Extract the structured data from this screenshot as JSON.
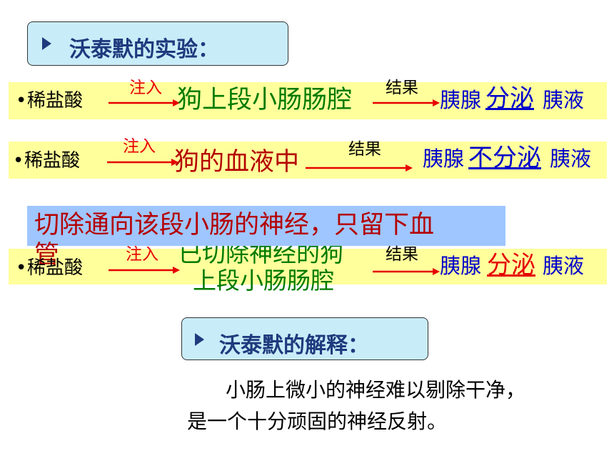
{
  "section1": {
    "title": "沃泰默的实验："
  },
  "row1": {
    "bullet": "•",
    "reagent": "稀盐酸",
    "inject_label": "注入",
    "target": "狗上段小肠肠腔",
    "result_label": "结果",
    "outcome_pre": "胰腺",
    "outcome_key": "分泌",
    "outcome_post": "胰液"
  },
  "row2": {
    "bullet": "•",
    "reagent": "稀盐酸",
    "inject_label": "注入",
    "target": "狗的血液中",
    "result_label": "结果",
    "outcome_pre": "胰腺",
    "outcome_key": "不分泌",
    "outcome_post": "胰液"
  },
  "callout": {
    "line1": "切除通向该段小肠的神经，只留下血",
    "line2": "管"
  },
  "row3": {
    "bullet": "•",
    "reagent": "稀盐酸",
    "inject_label": "注入",
    "target_line1": "已切除神经的狗",
    "target_line2": "上段小肠肠腔",
    "result_label": "结果",
    "outcome_pre": "胰腺",
    "outcome_key": "分泌",
    "outcome_post": "胰液"
  },
  "section2": {
    "title": "沃泰默的解释："
  },
  "explanation": {
    "line1": "小肠上微小的神经难以剔除干净，",
    "line2": "是一个十分顽固的神经反射。"
  },
  "colors": {
    "band": "#ffff9c",
    "title_box": "#c9ecf9",
    "callout": "#9fc6ff",
    "arrow": "#e60000",
    "blue_text": "#0000cc",
    "green_text": "#007a00"
  }
}
